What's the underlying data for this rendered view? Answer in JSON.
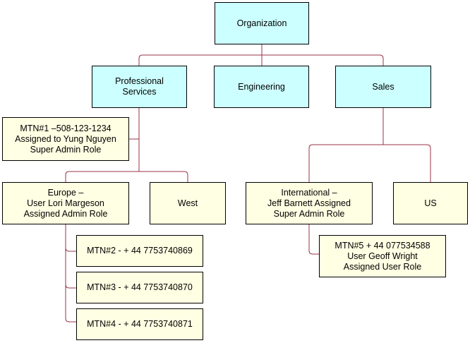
{
  "colors": {
    "org_fill": "#ccffff",
    "note_fill": "#ffffe3",
    "connector": "#993344",
    "border": "#000000"
  },
  "nodes": {
    "organization": "Organization",
    "professional_services": "Professional\nServices",
    "engineering": "Engineering",
    "sales": "Sales",
    "mtn1": "MTN#1 –508-123-1234\nAssigned to Yung Nguyen\nSuper Admin Role",
    "europe": "Europe –\nUser Lori Margeson\nAssigned Admin Role",
    "west": "West",
    "international": "International –\nJeff Barnett Assigned\nSuper Admin Role",
    "us": "US",
    "mtn2": "MTN#2 - + 44 7753740869",
    "mtn3": "MTN#3 - + 44 7753740870",
    "mtn4": "MTN#4 - + 44 7753740871",
    "mtn5": "MTN#5 + 44 077534588\nUser Geoff Wright\nAssigned User Role"
  }
}
